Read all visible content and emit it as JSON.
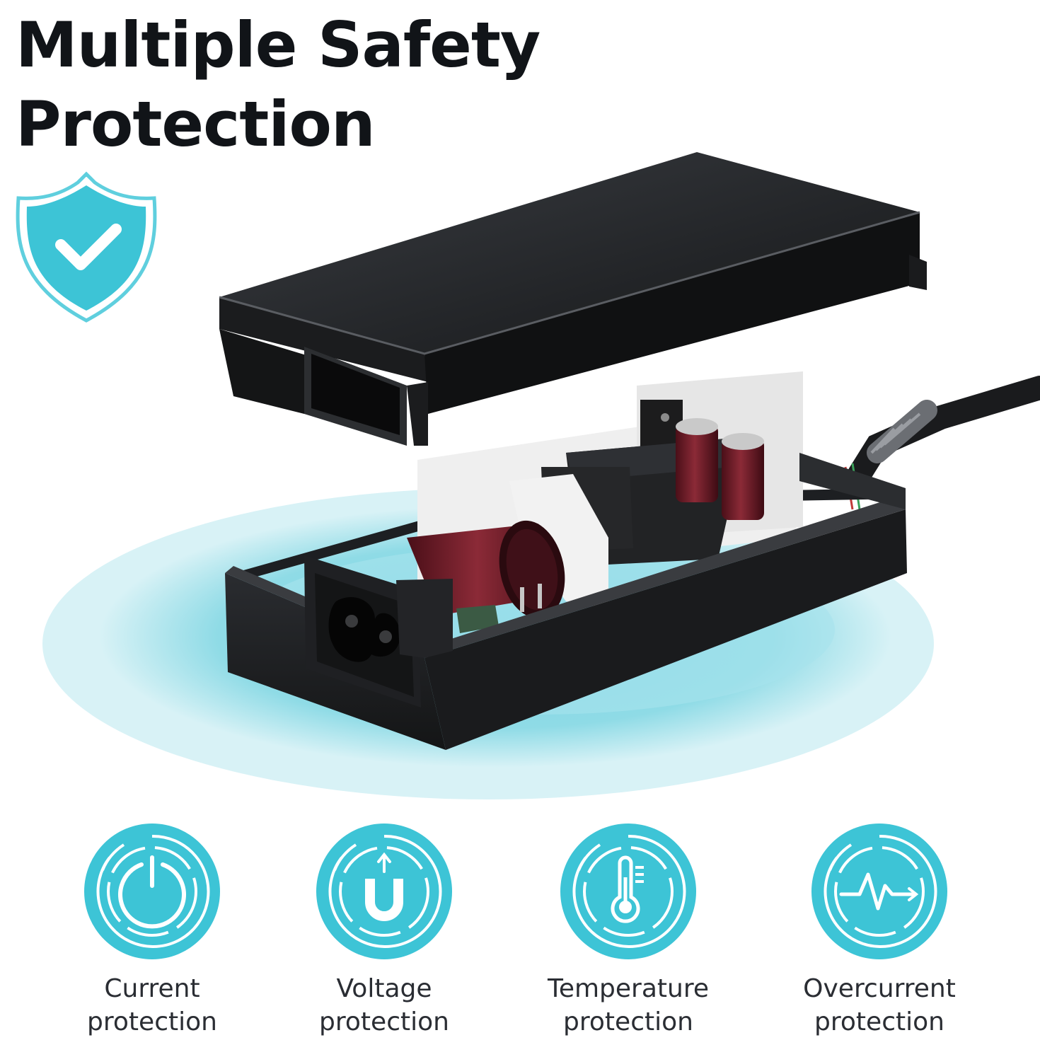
{
  "title": {
    "line1": "Multiple Safety",
    "line2": "Protection"
  },
  "colors": {
    "accent": "#3dc4d6",
    "accent_light": "#8fdbe6",
    "title_text": "#111418",
    "label_text": "#2a2d33",
    "device_body": "#1f2124"
  },
  "badge_icon": "shield-check-icon",
  "features": [
    {
      "icon": "power-icon",
      "line1": "Current",
      "line2": "protection"
    },
    {
      "icon": "magnet-icon",
      "line1": "Voltage",
      "line2": "protection"
    },
    {
      "icon": "thermometer-icon",
      "line1": "Temperature",
      "line2": "protection"
    },
    {
      "icon": "pulse-icon",
      "line1": "Overcurrent",
      "line2": "protection"
    }
  ]
}
